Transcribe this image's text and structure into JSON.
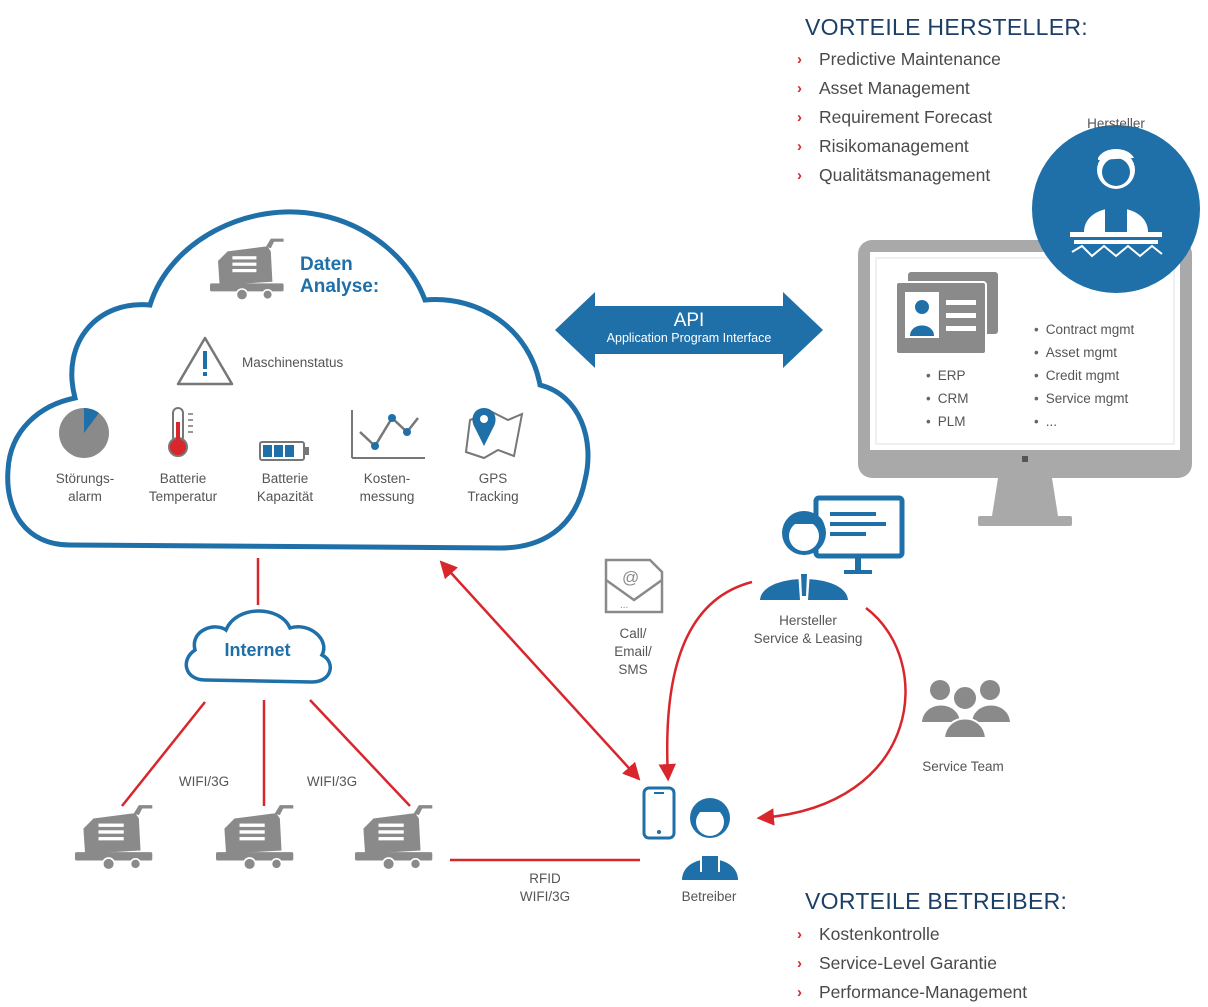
{
  "vorteile_hersteller": {
    "heading": "VORTEILE HERSTELLER:",
    "items": [
      "Predictive Maintenance",
      "Asset Management",
      "Requirement Forecast",
      "Risikomanagement",
      "Qualitätsmanagement"
    ]
  },
  "vorteile_betreiber": {
    "heading": "VORTEILE BETREIBER:",
    "items": [
      "Kostenkontrolle",
      "Service-Level Garantie",
      "Performance-Management"
    ]
  },
  "cloud": {
    "title_line1": "Daten",
    "title_line2": "Analyse:",
    "status_label": "Maschinenstatus",
    "metrics": [
      {
        "line1": "Störungs-",
        "line2": "alarm",
        "icon": "pie-chart-icon"
      },
      {
        "line1": "Batterie",
        "line2": "Temperatur",
        "icon": "thermometer-icon"
      },
      {
        "line1": "Batterie",
        "line2": "Kapazität",
        "icon": "battery-icon"
      },
      {
        "line1": "Kosten-",
        "line2": "messung",
        "icon": "line-graph-icon"
      },
      {
        "line1": "GPS",
        "line2": "Tracking",
        "icon": "map-pin-icon"
      }
    ]
  },
  "api": {
    "title": "API",
    "subtitle": "Application Program Interface"
  },
  "hersteller": {
    "label": "Hersteller"
  },
  "monitor": {
    "left_items": [
      "ERP",
      "CRM",
      "PLM"
    ],
    "right_items": [
      "Contract mgmt",
      "Asset mgmt",
      "Credit mgmt",
      "Service mgmt",
      "..."
    ]
  },
  "internet": {
    "label": "Internet"
  },
  "connections": {
    "wifi_label_1": "WIFI/3G",
    "wifi_label_2": "WIFI/3G",
    "rfid_line1": "RFID",
    "rfid_line2": "WIFI/3G"
  },
  "contact": {
    "line1": "Call/",
    "line2": "Email/",
    "line3": "SMS"
  },
  "service_leasing": {
    "line1": "Hersteller",
    "line2": "Service & Leasing"
  },
  "service_team": {
    "label": "Service Team"
  },
  "betreiber": {
    "label": "Betreiber"
  },
  "colors": {
    "blue": "#1f6fa8",
    "dark_blue": "#1c3f66",
    "red": "#d9262c",
    "gray": "#8a8a8a"
  }
}
